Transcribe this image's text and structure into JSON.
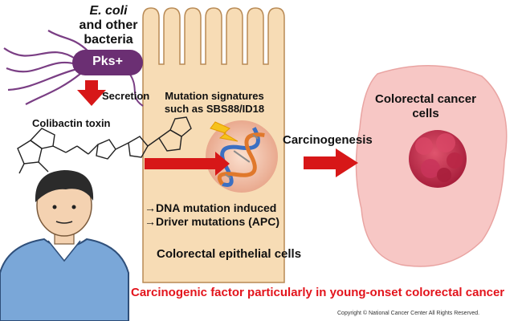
{
  "labels": {
    "bacteria_species": "E. coli",
    "bacteria_other": "and other",
    "bacteria_word": "bacteria",
    "pks_label": "Pks+",
    "secretion": "Secretion",
    "toxin": "Colibactin toxin",
    "mutation_line1": "Mutation signatures",
    "mutation_line2": "such as SBS88/ID18",
    "carcinogenesis": "Carcinogenesis",
    "cancer_line1": "Colorectal cancer",
    "cancer_line2": "cells",
    "dna_induced": "→DNA mutation induced",
    "driver": "→Driver mutations (APC)",
    "epithelial": "Colorectal epithelial cells",
    "factor": "Carcinogenic factor particularly in young-onset colorectal cancer",
    "copyright": "Copyright © National Cancer Center All Rights Reserved."
  },
  "colors": {
    "bacterium": "#6b2f73",
    "arrow_red": "#d71718",
    "epithelium": "#f7dcb5",
    "epithelium_outline": "#b88a55",
    "cancer_cell": "#f7c7c5",
    "tumor": "#c2314f",
    "factor_text": "#e3141c",
    "shirt": "#7aa7d8",
    "hair": "#2b2b2b"
  },
  "icons": [
    "bacterium-icon",
    "dna-icon",
    "lightning-icon",
    "molecule-icon",
    "person-icon",
    "tumor-icon"
  ]
}
